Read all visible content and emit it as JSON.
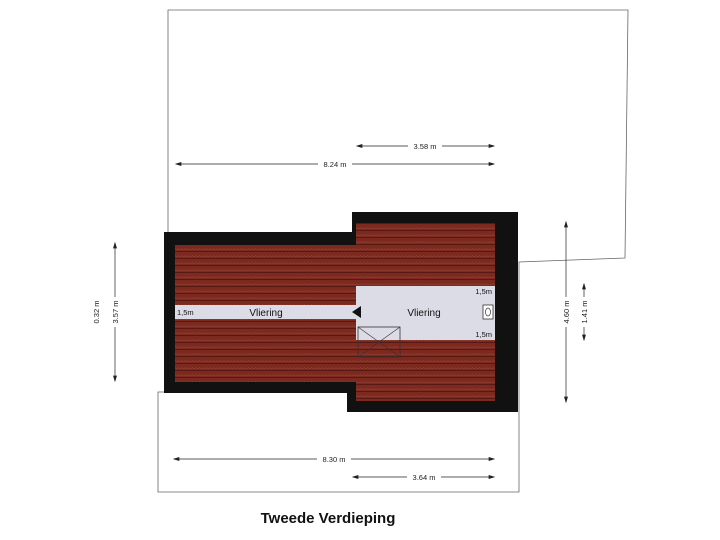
{
  "title": "Tweede Verdieping",
  "rooms": {
    "vliering_left": "Vliering",
    "vliering_right": "Vliering"
  },
  "labels": {
    "height_left": "1,5m",
    "height_right_top": "1,5m",
    "height_right_bottom": "1,5m"
  },
  "dimensions": {
    "top_short": "3.58 m",
    "top_long": "8.24 m",
    "bottom_long": "8.30 m",
    "bottom_short": "3.64 m",
    "left_outer": "0.32 m",
    "left_inner": "3.57 m",
    "right_outer": "4.60 m",
    "right_inner": "1.41 m"
  },
  "colors": {
    "roof": "#7c2a20",
    "roof_line": "#4e140e",
    "wall": "#111111",
    "floor": "#dcdce6",
    "outline": "#555555"
  }
}
